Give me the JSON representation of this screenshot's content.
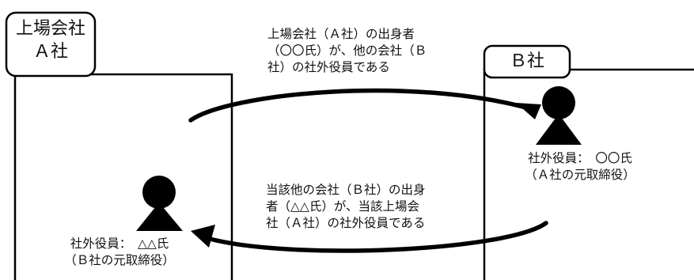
{
  "company_a": {
    "label_line1": "上場会社",
    "label_line2": "Ａ社"
  },
  "company_b": {
    "label": "Ｂ社"
  },
  "top_arrow_text": {
    "line1": "上場会社（Ａ社）の出身者",
    "line2": "（〇〇氏）が、他の会社（Ｂ",
    "line3": "社）の社外役員である"
  },
  "bottom_arrow_text": {
    "line1": "当該他の会社（Ｂ社）の出身",
    "line2": "者（△△氏）が、当該上場会",
    "line3": "社（Ａ社）の社外役員である"
  },
  "person_b": {
    "line1": "社外役員：　〇〇氏",
    "line2": "（Ａ社の元取締役）"
  },
  "person_a": {
    "line1": "社外役員：　△△氏",
    "line2": "（Ｂ社の元取締役）"
  },
  "colors": {
    "ink": "#000000",
    "background": "#ffffff"
  }
}
